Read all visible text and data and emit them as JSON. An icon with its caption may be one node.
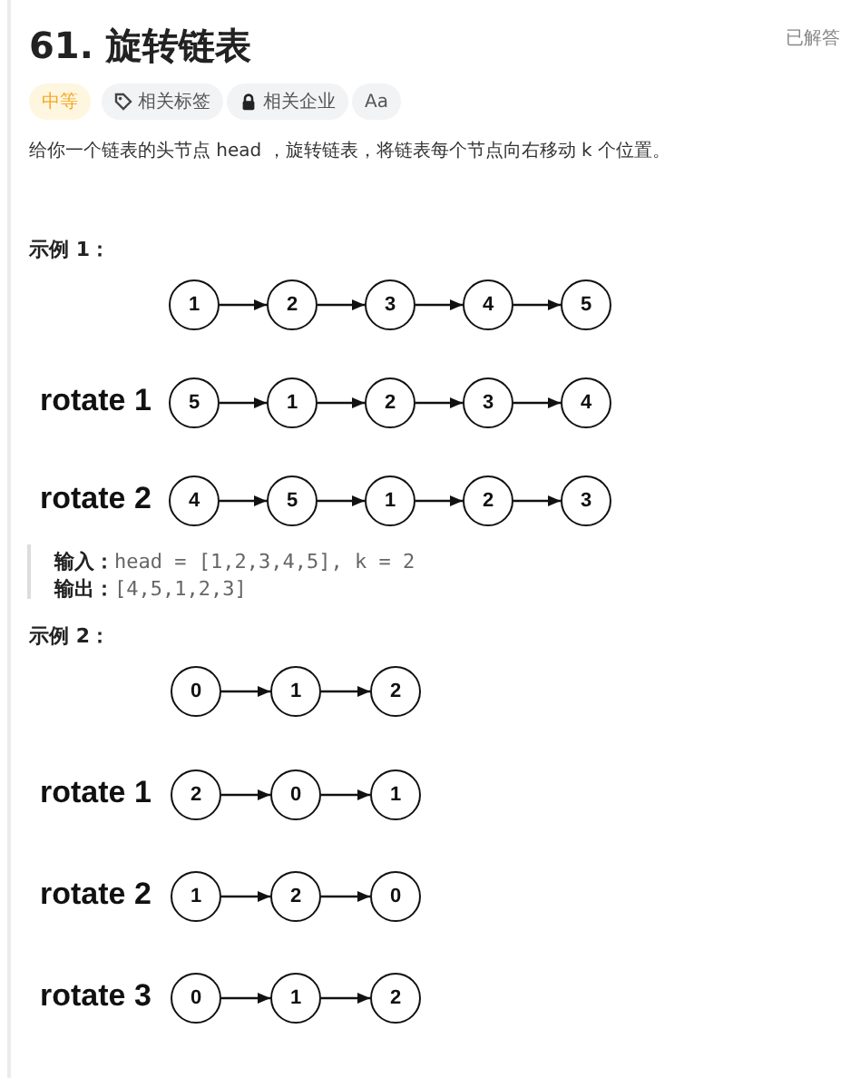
{
  "diagram": {
    "title": "61. 旋转链表",
    "nodes": [
      {
        "text": [
          "1"
        ]
      },
      {
        "text": [
          "2"
        ]
      },
      {
        "text": [
          "3"
        ]
      },
      {
        "text": [
          "4"
        ]
      },
      {
        "text": [
          "5"
        ]
      },
      {
        "text": [
          "5"
        ]
      },
      {
        "text": [
          "1"
        ]
      },
      {
        "text": [
          "2"
        ]
      },
      {
        "text": [
          "3"
        ]
      },
      {
        "text": [
          "4"
        ]
      },
      {
        "text": [
          "4"
        ]
      },
      {
        "text": [
          "5"
        ]
      },
      {
        "text": [
          "1"
        ]
      },
      {
        "text": [
          "2"
        ]
      },
      {
        "text": [
          "3"
        ]
      },
      {
        "text": [
          "0"
        ]
      },
      {
        "text": [
          "1"
        ]
      },
      {
        "text": [
          "2"
        ]
      },
      {
        "text": [
          "2"
        ]
      },
      {
        "text": [
          "0"
        ]
      },
      {
        "text": [
          "1"
        ]
      },
      {
        "text": [
          "1"
        ]
      },
      {
        "text": [
          "2"
        ]
      },
      {
        "text": [
          "0"
        ]
      },
      {
        "text": [
          "0"
        ]
      },
      {
        "text": [
          "1"
        ]
      },
      {
        "text": [
          "2"
        ]
      }
    ],
    "edges": [
      {
        "from": 0,
        "to": 1,
        "arrow": "to"
      },
      {
        "from": 1,
        "to": 2,
        "arrow": "to"
      },
      {
        "from": 2,
        "to": 3,
        "arrow": "to"
      },
      {
        "from": 3,
        "to": 4,
        "arrow": "to"
      },
      {
        "from": 5,
        "to": 6,
        "arrow": "to"
      },
      {
        "from": 6,
        "to": 7,
        "arrow": "to"
      },
      {
        "from": 7,
        "to": 8,
        "arrow": "to"
      },
      {
        "from": 8,
        "to": 9,
        "arrow": "to"
      },
      {
        "from": 10,
        "to": 11,
        "arrow": "to"
      },
      {
        "from": 11,
        "to": 12,
        "arrow": "to"
      },
      {
        "from": 12,
        "to": 13,
        "arrow": "to"
      },
      {
        "from": 13,
        "to": 14,
        "arrow": "to"
      },
      {
        "from": 15,
        "to": 16,
        "arrow": "to"
      },
      {
        "from": 16,
        "to": 17,
        "arrow": "to"
      },
      {
        "from": 18,
        "to": 19,
        "arrow": "to"
      },
      {
        "from": 19,
        "to": 20,
        "arrow": "to"
      },
      {
        "from": 21,
        "to": 22,
        "arrow": "to"
      },
      {
        "from": 22,
        "to": 23,
        "arrow": "to"
      },
      {
        "from": 24,
        "to": 25,
        "arrow": "to"
      },
      {
        "from": 25,
        "to": 26,
        "arrow": "to"
      }
    ],
    "labels": [
      "已解答",
      "中等",
      "相关标签",
      "相关企业",
      "Aa",
      "给你一个链表的头节点 head ，旋转链表，将链表每个节点向右移动 k 个位置。",
      "示例 1：",
      "rotate 1",
      "rotate 2",
      "**输入：**head = [1,2,3,4,5], k = 2",
      "**输出：**[4,5,1,2,3]",
      "示例 2：",
      "rotate 1",
      "rotate 2",
      "rotate 3"
    ]
  }
}
